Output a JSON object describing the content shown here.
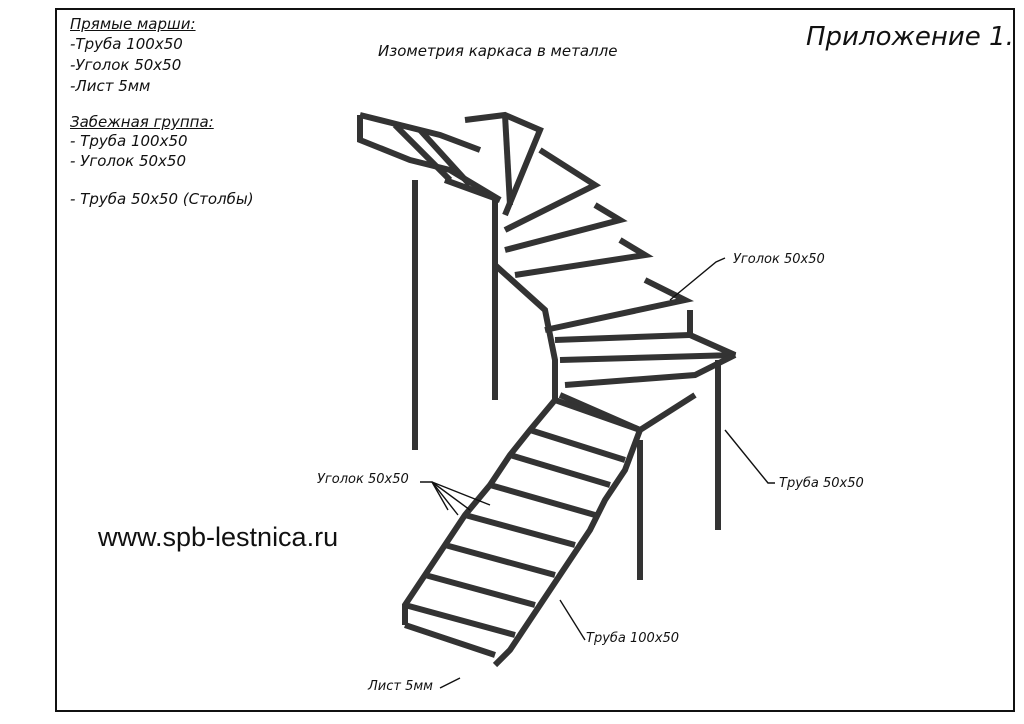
{
  "sheet": {
    "appendix_label": "Приложение 1.",
    "title": "Изометрия каркаса в металле",
    "website": "www.spb-lestnica.ru"
  },
  "legend": {
    "straight_header": "Прямые марши:",
    "straight_items": [
      "-Труба 100х50",
      "-Уголок 50х50",
      "-Лист 5мм"
    ],
    "winder_header": "Забежная группа:",
    "winder_items": [
      "- Труба 100х50",
      "- Уголок 50х50"
    ],
    "posts_item": "- Труба 50х50 (Столбы)"
  },
  "callouts": {
    "angle_upper": "Уголок 50х50",
    "angle_lower": "Уголок 50х50",
    "pipe_50": "Труба 50х50",
    "pipe_100": "Труба 100х50",
    "sheet_5mm": "Лист 5мм"
  }
}
